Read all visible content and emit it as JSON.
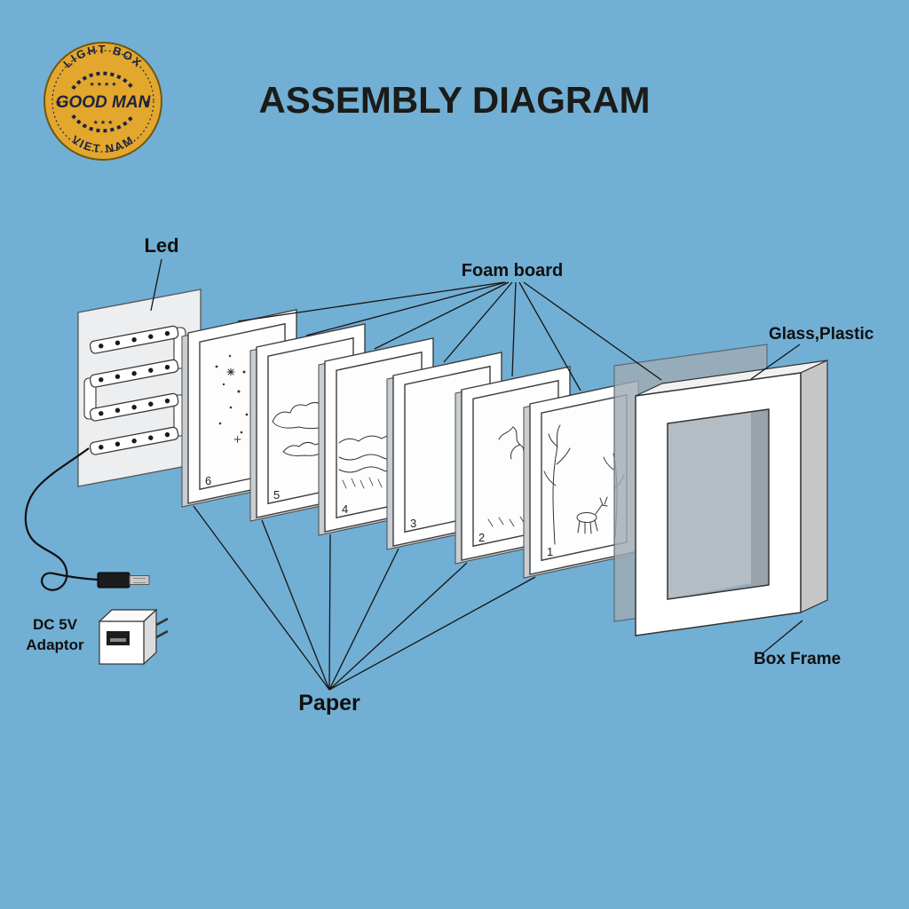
{
  "background_color": "#72AFD4",
  "title": "ASSEMBLY DIAGRAM",
  "logo": {
    "arc_top": "LIGHT BOX",
    "name": "GOOD MAN",
    "arc_bottom": "VIET NAM",
    "stars_top": "★ ★ ★ ★",
    "stars_bottom": "★ ★ ★",
    "star": "★"
  },
  "labels": {
    "led": "Led",
    "foam_board": "Foam board",
    "glass_plastic": "Glass,Plastic",
    "box_frame": "Box Frame",
    "paper": "Paper",
    "adaptor_line1": "DC 5V",
    "adaptor_line2": "Adaptor"
  },
  "layers": {
    "numbers": [
      "6",
      "5",
      "4",
      "3",
      "2",
      "1"
    ]
  },
  "colors": {
    "background": "#72AFD4",
    "badge_gold": "#E3A72D",
    "badge_navy": "#1C2440",
    "glass_gray": "#9FABB4",
    "frame_white": "#FFFFFF"
  }
}
